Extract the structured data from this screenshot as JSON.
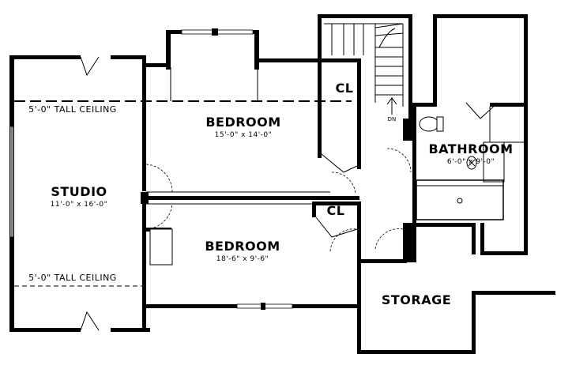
{
  "rooms": {
    "studio": {
      "name": "STUDIO",
      "dims": "11'-0\" x 16'-0\""
    },
    "bedroom_upper": {
      "name": "BEDROOM",
      "dims": "15'-0\" x 14'-0\""
    },
    "bedroom_lower": {
      "name": "BEDROOM",
      "dims": "18'-6\" x 9'-6\""
    },
    "bathroom": {
      "name": "BATHROOM",
      "dims": "6'-0\" x 9'-0\""
    },
    "closet_upper": {
      "name": "CL"
    },
    "closet_lower": {
      "name": "CL"
    },
    "storage": {
      "name": "STORAGE"
    }
  },
  "notes": {
    "ceiling_top": "5'-0\" TALL CEILING",
    "ceiling_bottom": "5'-0\" TALL CEILING",
    "stair_down": "DN"
  }
}
